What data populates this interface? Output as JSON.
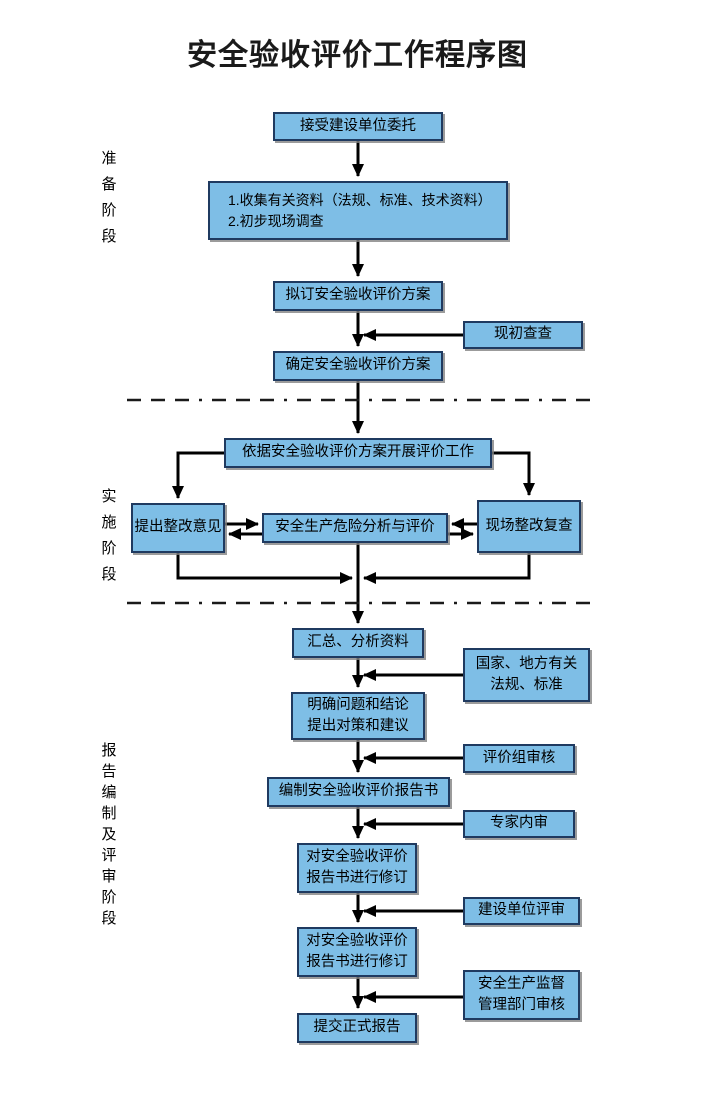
{
  "title": "安全验收评价工作程序图",
  "stages": {
    "prep": "准备阶段",
    "impl": "实施阶段",
    "report": "报告编制及评审阶段"
  },
  "nodes": {
    "accept": "接受建设单位委托",
    "collect_line1": "1.收集有关资料（法规、标准、技术资料）",
    "collect_line2": "2.初步现场调查",
    "draft": "拟订安全验收评价方案",
    "initial_site_check": "现初查查",
    "confirm": "确定安全验收评价方案",
    "carry_out": "依据安全验收评价方案开展评价工作",
    "suggest": "提出整改意见",
    "analysis": "安全生产危险分析与评价",
    "recheck": "现场整改复查",
    "summarize": "汇总、分析资料",
    "laws_line1": "国家、地方有关",
    "laws_line2": "法规、标准",
    "clarify_line1": "明确问题和结论",
    "clarify_line2": "提出对策和建议",
    "review_group": "评价组审核",
    "compile": "编制安全验收评价报告书",
    "expert_review": "专家内审",
    "revise1_line1": "对安全验收评价",
    "revise1_line2": "报告书进行修订",
    "client_review": "建设单位评审",
    "revise2_line1": "对安全验收评价",
    "revise2_line2": "报告书进行修订",
    "authority_line1": "安全生产监督",
    "authority_line2": "管理部门审核",
    "submit": "提交正式报告"
  },
  "colors": {
    "node_fill": "#7EBEE6",
    "node_border": "#1F3A60",
    "connector": "#000000",
    "dashed_separator": "#1a1a1a"
  }
}
